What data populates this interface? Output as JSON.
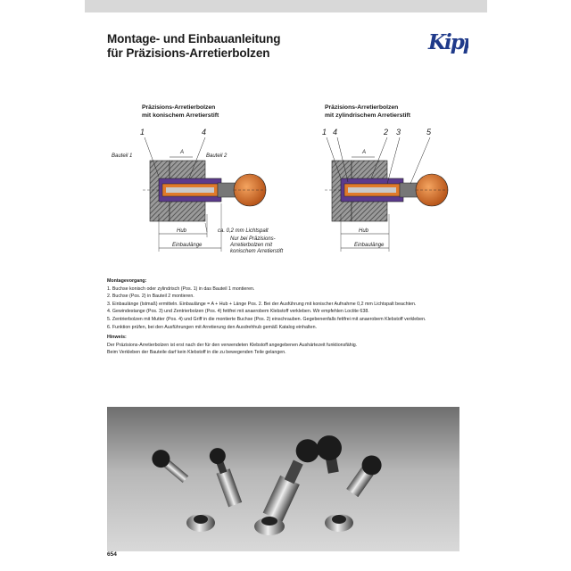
{
  "header": {
    "title_line1": "Montage- und Einbauanleitung",
    "title_line2": "für Präzisions-Arretierbolzen",
    "logo_text": "Kipp"
  },
  "diagram_left": {
    "title_line1": "Präzisions-Arretierbolzen",
    "title_line2": "mit konischem Arretierstift",
    "callouts": [
      "1",
      "4"
    ],
    "label_part1": "Bauteil 1",
    "label_part2": "Bauteil 2",
    "label_a": "A",
    "label_hub": "Hub",
    "label_einbau": "Einbaulänge",
    "label_gap": "ca. 0,2 mm Lichtspalt",
    "note_line1": "Nur bei Präzisions-",
    "note_line2": "Arretierbolzen mit",
    "note_line3": "konischem Arretierstift"
  },
  "diagram_right": {
    "title_line1": "Präzisions-Arretierbolzen",
    "title_line2": "mit zylindrischem Arretierstift",
    "callouts": [
      "1",
      "4",
      "2",
      "3",
      "5"
    ],
    "label_a": "A",
    "label_hub": "Hub",
    "label_einbau": "Einbaulänge"
  },
  "instructions": {
    "heading": "Montagevorgang:",
    "steps": [
      "1. Buchse konisch oder zylindrisch (Pos. 1) in das Bauteil 1 montieren.",
      "2. Buchse (Pos. 2) in Bauteil 2 montieren.",
      "3. Einbaulänge (Istmaß) ermitteln. Einbaulänge = A + Hub + Länge Pos. 2. Bei der Ausführung mit konischer Aufnahme 0,2 mm Lichtspalt beachten.",
      "4. Gewindestange (Pos. 3) und Zentrierbolzen (Pos. 4) fettfrei mit anaerobem Klebstoff verkleben. Wir empfehlen Loctite 638.",
      "5. Zentrierbolzen mit Mutter (Pos. 4) und Griff in die montierte Buchse (Pos. 2) einschrauben. Gegebenenfalls fettfrei mit anaerobem Klebstoff verkleben.",
      "6. Funktion prüfen, bei den Ausführungen mit Arretierung den Ausdrehhub gemäß Katalog einhalten."
    ],
    "note_heading": "Hinweis:",
    "notes": [
      "Der Präzisions-Arretierbolzen ist erst nach der für den verwendeten Klebstoff angegebenen Aushärtezeit funktionsfähig.",
      "Beim Verkleben der Bauteile darf kein Klebstoff in die zu bewegenden Teile gelangen."
    ]
  },
  "footer": {
    "page_number": "654"
  },
  "colors": {
    "orange": "#e07a2a",
    "purple": "#5b3a8c",
    "steel": "#8a8a8a",
    "hatch": "#4a4a4a"
  }
}
